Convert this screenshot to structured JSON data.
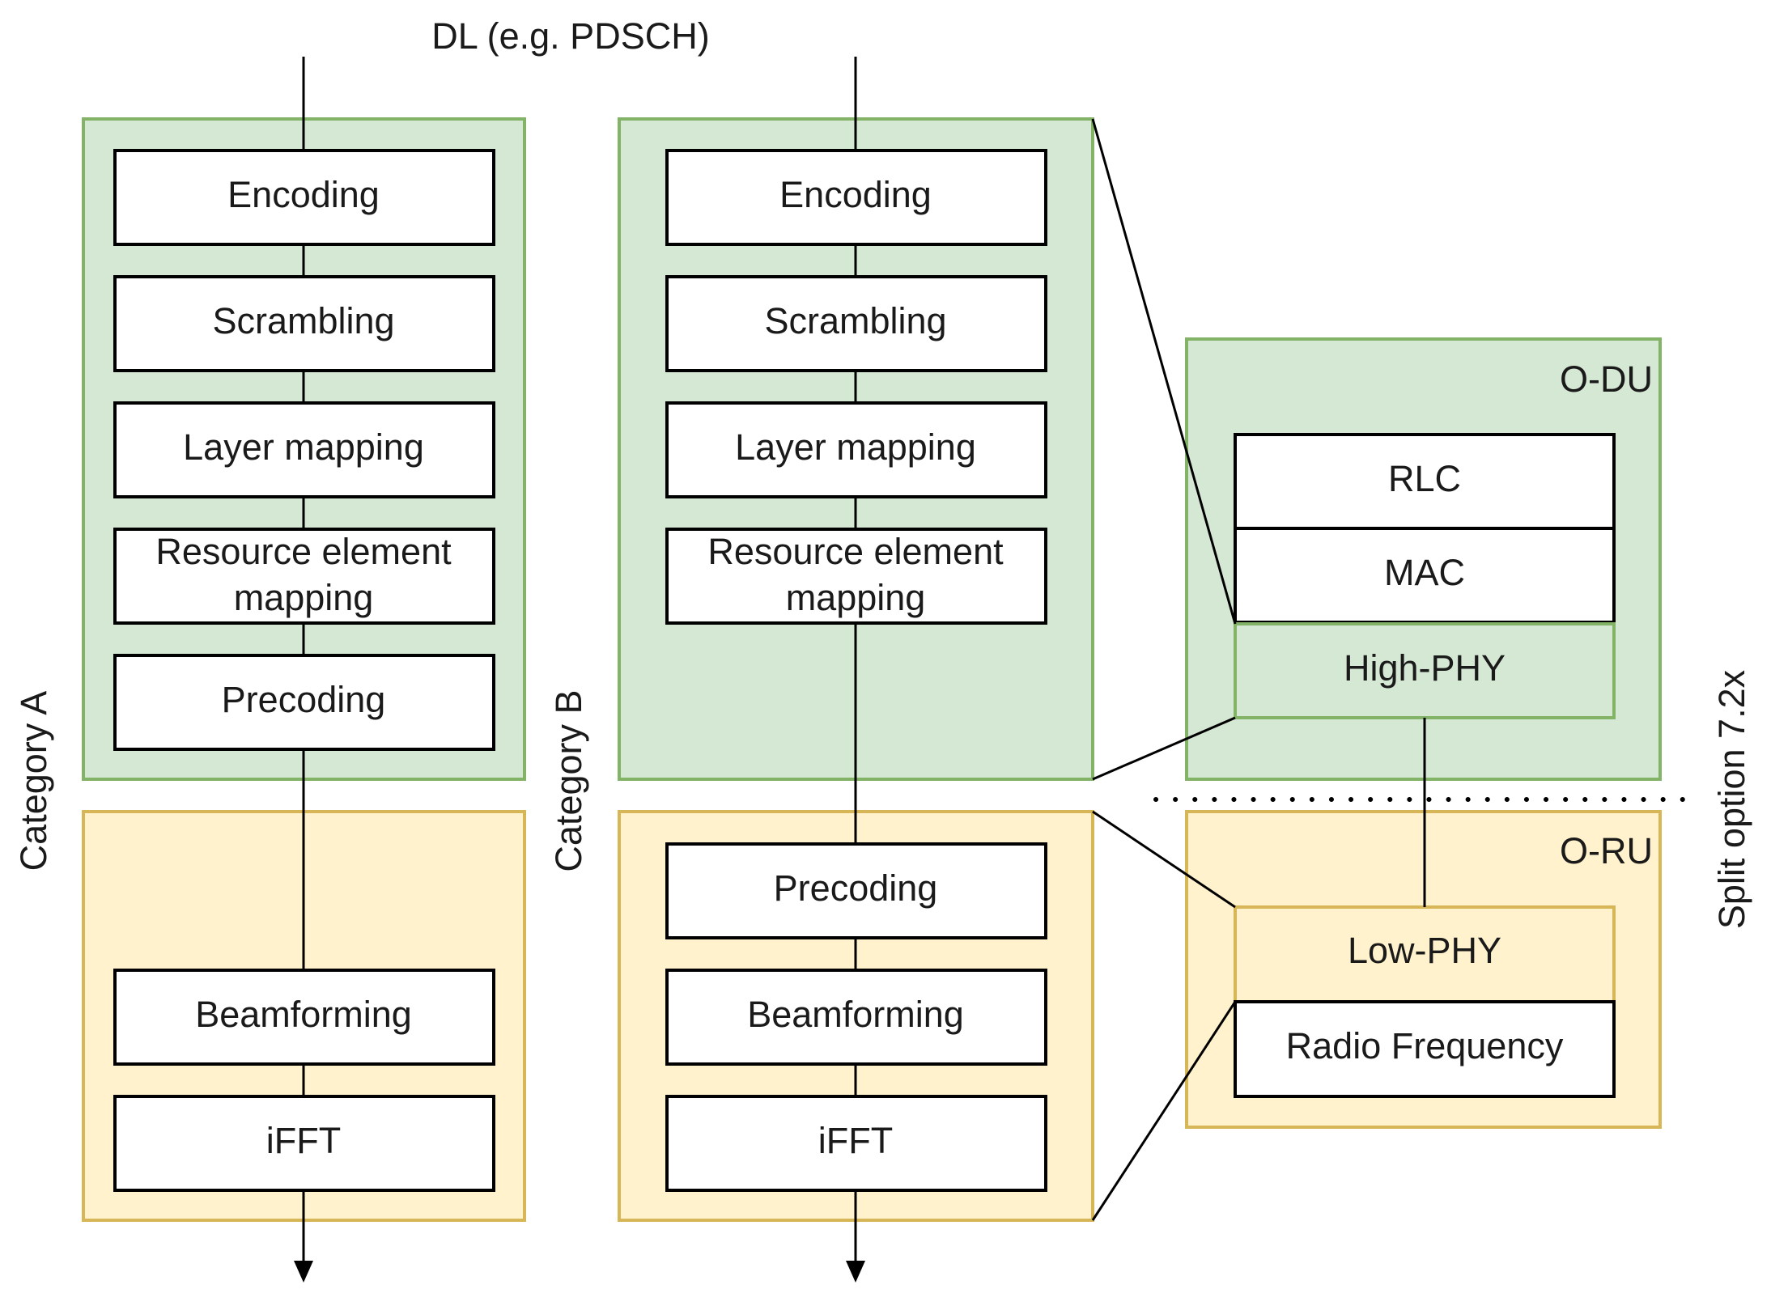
{
  "title": "DL (e.g. PDSCH)",
  "category_a": {
    "label": "Category A",
    "blocks": [
      "Encoding",
      "Scrambling",
      "Layer mapping",
      [
        "Resource element",
        "mapping"
      ],
      "Precoding",
      "Beamforming",
      "iFFT"
    ]
  },
  "category_b": {
    "label": "Category B",
    "blocks": [
      "Encoding",
      "Scrambling",
      "Layer mapping",
      [
        "Resource element",
        "mapping"
      ],
      "Precoding",
      "Beamforming",
      "iFFT"
    ]
  },
  "odu": {
    "label": "O-DU",
    "blocks": [
      "RLC",
      "MAC",
      "High-PHY"
    ]
  },
  "oru": {
    "label": "O-RU",
    "blocks": [
      "Low-PHY",
      "Radio Frequency"
    ]
  },
  "split_label": "Split option 7.2x",
  "colors": {
    "green_fill": "#d5e8d4",
    "green_stroke": "#82b366",
    "yellow_fill": "#fff2cc",
    "yellow_stroke": "#d6b656"
  }
}
